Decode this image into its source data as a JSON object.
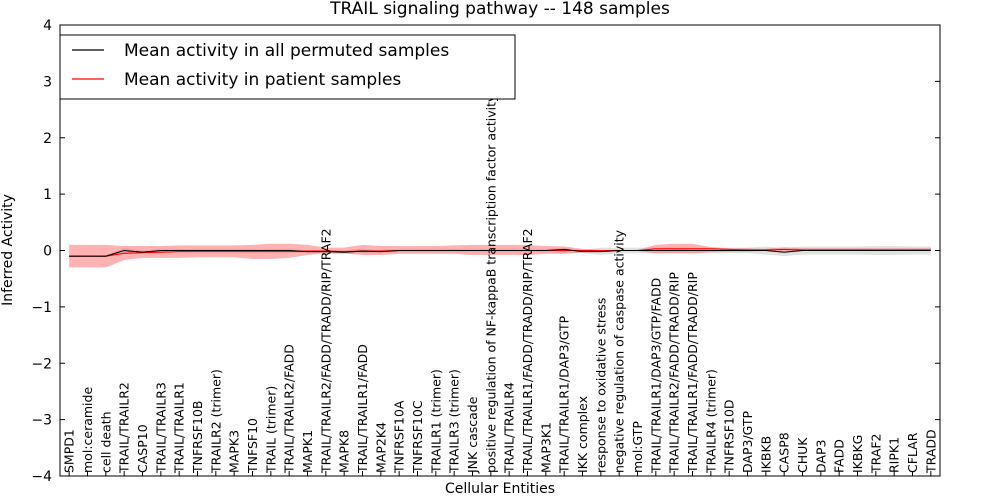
{
  "chart_data": {
    "type": "line",
    "title": "TRAIL signaling pathway -- 148 samples",
    "xlabel": "Cellular Entities",
    "ylabel": "Inferred Activity",
    "ylim": [
      -4,
      4
    ],
    "yticks": [
      "−4",
      "−3",
      "−2",
      "−1",
      "0",
      "1",
      "2",
      "3",
      "4"
    ],
    "grid": false,
    "legend_position": "top-left",
    "categories": [
      "SMPD1",
      "mol:ceramide",
      "cell death",
      "TRAIL/TRAILR2",
      "CASP10",
      "TRAIL/TRAILR3",
      "TRAIL/TRAILR1",
      "TNFRSF10B",
      "TRAILR2 (trimer)",
      "MAPK3",
      "TNFSF10",
      "TRAIL (trimer)",
      "TRAIL/TRAILR2/FADD",
      "MAPK1",
      "TRAIL/TRAILR2/FADD/TRADD/RIP/TRAF2",
      "MAPK8",
      "TRAIL/TRAILR1/FADD",
      "MAP2K4",
      "TNFRSF10A",
      "TNFRSF10C",
      "TRAILR1 (trimer)",
      "TRAILR3 (trimer)",
      "JNK cascade",
      "positive regulation of NF-kappaB transcription factor activity",
      "TRAIL/TRAILR4",
      "TRAIL/TRAILR1/FADD/TRADD/RIP/TRAF2",
      "MAP3K1",
      "TRAIL/TRAILR1/DAP3/GTP",
      "IKK complex",
      "response to oxidative stress",
      "negative regulation of caspase activity",
      "mol:GTP",
      "TRAIL/TRAILR1/DAP3/GTP/FADD",
      "TRAIL/TRAILR2/FADD/TRADD/RIP",
      "TRAIL/TRAILR1/FADD/TRADD/RIP",
      "TRAILR4 (trimer)",
      "TNFRSF10D",
      "DAP3/GTP",
      "IKBKB",
      "CASP8",
      "CHUK",
      "DAP3",
      "FADD",
      "IKBKG",
      "TRAF2",
      "RIPK1",
      "CFLAR",
      "TRADD"
    ],
    "series": [
      {
        "name": "Mean activity in all permuted samples",
        "color": "#000000",
        "band_color": "#c8c8c8",
        "values": [
          -0.1,
          -0.1,
          -0.1,
          0.0,
          -0.03,
          0.0,
          0.0,
          0.0,
          0.0,
          0.0,
          0.0,
          0.0,
          0.0,
          -0.02,
          -0.02,
          -0.03,
          -0.01,
          -0.02,
          0.0,
          0.0,
          0.0,
          0.0,
          0.0,
          0.0,
          0.0,
          0.0,
          0.0,
          0.02,
          -0.02,
          -0.02,
          0.0,
          0.0,
          0.0,
          0.0,
          0.0,
          0.0,
          0.0,
          0.0,
          0.0,
          -0.03,
          0.0,
          0.0,
          0.0,
          0.0,
          0.0,
          0.0,
          0.0,
          0.0
        ],
        "lower": [
          -0.1,
          -0.1,
          -0.1,
          -0.05,
          -0.06,
          -0.03,
          -0.03,
          -0.03,
          -0.03,
          -0.03,
          -0.03,
          -0.03,
          -0.03,
          -0.05,
          -0.05,
          -0.06,
          -0.05,
          -0.05,
          -0.03,
          -0.03,
          -0.03,
          -0.03,
          -0.03,
          -0.03,
          -0.03,
          -0.03,
          -0.03,
          -0.03,
          -0.05,
          -0.08,
          -0.05,
          -0.05,
          -0.05,
          -0.05,
          -0.05,
          -0.05,
          -0.05,
          -0.05,
          -0.07,
          -0.1,
          -0.07,
          -0.07,
          -0.07,
          -0.07,
          -0.08,
          -0.08,
          -0.07,
          -0.07
        ],
        "upper": [
          -0.1,
          -0.1,
          -0.1,
          0.05,
          0.0,
          0.03,
          0.03,
          0.03,
          0.03,
          0.03,
          0.03,
          0.03,
          0.03,
          0.01,
          0.01,
          0.01,
          0.03,
          0.01,
          0.03,
          0.03,
          0.03,
          0.03,
          0.03,
          0.03,
          0.03,
          0.03,
          0.03,
          0.05,
          0.01,
          0.05,
          0.05,
          0.05,
          0.05,
          0.05,
          0.05,
          0.05,
          0.05,
          0.05,
          0.07,
          0.04,
          0.07,
          0.07,
          0.07,
          0.07,
          0.08,
          0.08,
          0.07,
          0.07
        ]
      },
      {
        "name": "Mean activity in patient samples",
        "color": "#ff0000",
        "band_color": "#ff6666",
        "values": [
          -0.1,
          -0.1,
          -0.1,
          -0.05,
          -0.04,
          -0.03,
          -0.02,
          -0.02,
          -0.02,
          -0.02,
          -0.02,
          -0.02,
          -0.02,
          -0.01,
          -0.01,
          -0.02,
          -0.01,
          -0.01,
          0.0,
          0.0,
          0.0,
          0.0,
          0.0,
          0.0,
          0.0,
          0.0,
          0.0,
          0.0,
          0.0,
          0.0,
          0.0,
          0.0,
          0.03,
          0.03,
          0.03,
          0.03,
          0.02,
          0.01,
          0.01,
          0.02,
          0.01,
          0.01,
          0.01,
          0.01,
          0.01,
          0.01,
          0.01,
          0.01
        ],
        "lower": [
          -0.3,
          -0.3,
          -0.3,
          -0.17,
          -0.13,
          -0.13,
          -0.13,
          -0.12,
          -0.12,
          -0.12,
          -0.15,
          -0.15,
          -0.13,
          -0.08,
          -0.05,
          -0.05,
          -0.08,
          -0.08,
          -0.06,
          -0.06,
          -0.06,
          -0.06,
          -0.08,
          -0.08,
          -0.08,
          -0.08,
          -0.06,
          -0.06,
          -0.03,
          -0.01,
          -0.01,
          -0.01,
          -0.05,
          -0.05,
          -0.05,
          -0.03,
          -0.02,
          -0.02,
          -0.01,
          -0.01,
          -0.01,
          -0.01,
          -0.01,
          -0.01,
          -0.01,
          -0.01,
          -0.01,
          -0.01
        ],
        "upper": [
          0.1,
          0.1,
          0.1,
          0.08,
          0.08,
          0.08,
          0.09,
          0.09,
          0.09,
          0.09,
          0.1,
          0.12,
          0.12,
          0.1,
          0.05,
          0.05,
          0.1,
          0.08,
          0.08,
          0.08,
          0.08,
          0.09,
          0.1,
          0.1,
          0.1,
          0.1,
          0.08,
          0.07,
          0.03,
          0.01,
          0.01,
          0.01,
          0.1,
          0.12,
          0.12,
          0.06,
          0.04,
          0.04,
          0.03,
          0.06,
          0.04,
          0.04,
          0.04,
          0.04,
          0.04,
          0.04,
          0.04,
          0.04
        ]
      }
    ]
  }
}
